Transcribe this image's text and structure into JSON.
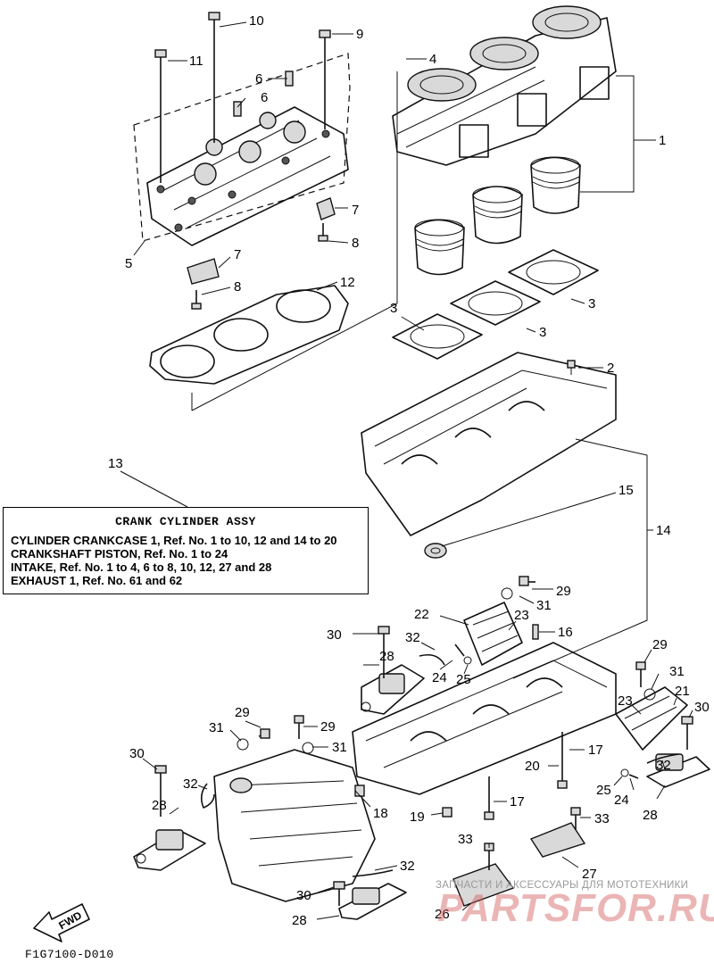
{
  "diagram": {
    "callouts": [
      "1",
      "2",
      "3",
      "3",
      "3",
      "4",
      "5",
      "6",
      "6",
      "7",
      "7",
      "8",
      "8",
      "9",
      "10",
      "11",
      "12",
      "13",
      "14",
      "15",
      "16",
      "17",
      "17",
      "18",
      "19",
      "20",
      "21",
      "22",
      "23",
      "23",
      "24",
      "24",
      "25",
      "25",
      "26",
      "27",
      "28",
      "28",
      "28",
      "28",
      "29",
      "29",
      "29",
      "29",
      "30",
      "30",
      "30",
      "30",
      "31",
      "31",
      "31",
      "31",
      "32",
      "32",
      "32",
      "32",
      "33",
      "33"
    ]
  },
  "note": {
    "title": "CRANK CYLINDER ASSY",
    "lines": [
      "CYLINDER CRANKCASE 1, Ref. No. 1 to 10, 12 and 14 to 20",
      "CRANKSHAFT PISTON, Ref. No. 1 to 24",
      "INTAKE, Ref. No. 1 to 4, 6 to 8, 10, 12, 27 and 28",
      "EXHAUST 1, Ref. No. 61 and 62"
    ]
  },
  "fwd_label": "FWD",
  "figure_code": "F1G7100-D010",
  "watermark": {
    "caption": "ЗАПЧАСТИ И АКСЕССУАРЫ ДЛЯ МОТОТЕХНИКИ",
    "brand": "PARTSFOR.RU"
  }
}
